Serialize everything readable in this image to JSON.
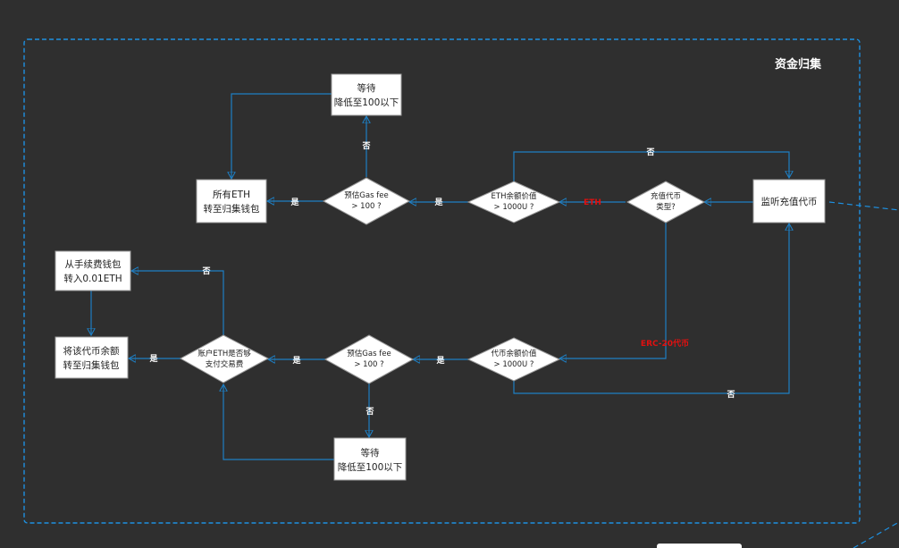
{
  "group": {
    "title": "资金归集"
  },
  "nodes": {
    "monitor": [
      "监听充值代币"
    ],
    "token_type": [
      "充值代币",
      "类型?"
    ],
    "eth_balance": [
      "ETH余额价值",
      "> 1000U ?"
    ],
    "gas_top": [
      "预估Gas fee",
      "> 100 ?"
    ],
    "wait_top": [
      "等待",
      "降低至100以下"
    ],
    "eth_transfer": [
      "所有ETH",
      "转至归集钱包"
    ],
    "token_balance": [
      "代币余额价值",
      "> 1000U ?"
    ],
    "gas_bottom": [
      "预估Gas fee",
      "> 100 ?"
    ],
    "wait_bottom": [
      "等待",
      "降低至100以下"
    ],
    "eth_enough": [
      "账户ETH是否够",
      "支付交易费"
    ],
    "fee_wallet": [
      "从手续费钱包",
      "转入0.01ETH"
    ],
    "token_transfer": [
      "将该代币余额",
      "转至归集钱包"
    ]
  },
  "edges": {
    "eth": "ETH",
    "erc20": "ERC-20代币",
    "yes": "是",
    "no": "否"
  },
  "colors": {
    "background": "#2f2f2f",
    "edge": "#1e7fc4",
    "group_border": "#1e90e0",
    "node_fill": "#ffffff",
    "node_border": "#9a9a9a",
    "label_red": "#e01010",
    "label_white": "#ffffff"
  }
}
